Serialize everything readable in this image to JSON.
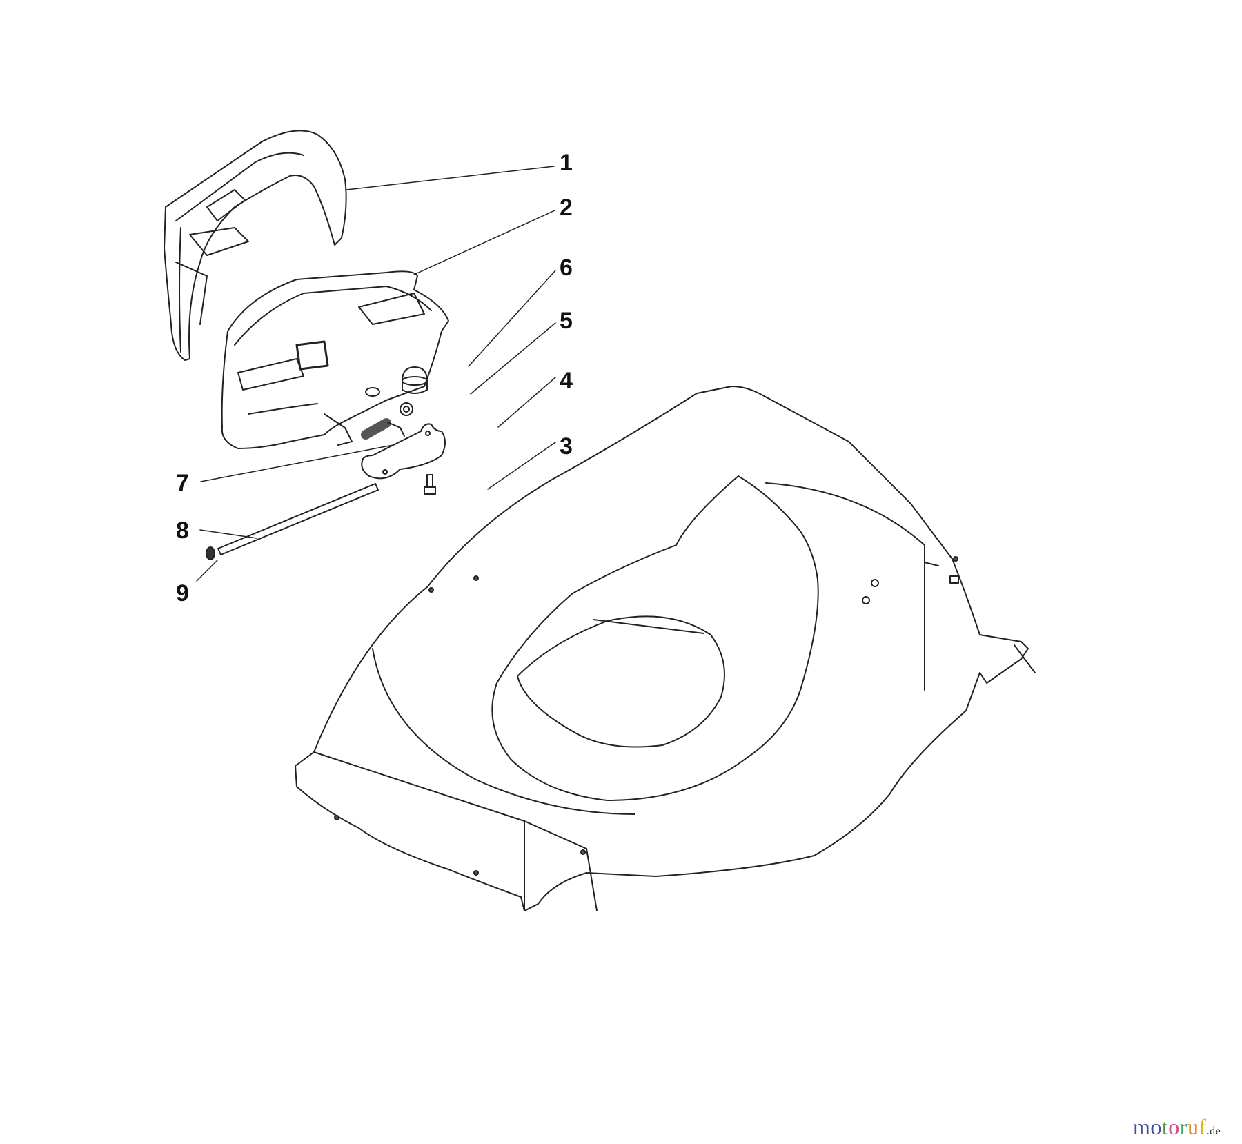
{
  "diagram": {
    "type": "exploded-parts-view",
    "subject": "lawn mower deck with rear flap / grass deflector assembly",
    "callouts": [
      {
        "id": "1",
        "label": "1",
        "part": "rear cover / deflector shell"
      },
      {
        "id": "2",
        "label": "2",
        "part": "rear flap housing"
      },
      {
        "id": "6",
        "label": "6",
        "part": "cap"
      },
      {
        "id": "5",
        "label": "5",
        "part": "nut"
      },
      {
        "id": "4",
        "label": "4",
        "part": "bracket / lever plate"
      },
      {
        "id": "3",
        "label": "3",
        "part": "screw"
      },
      {
        "id": "7",
        "label": "7",
        "part": "tension spring"
      },
      {
        "id": "8",
        "label": "8",
        "part": "hinge rod"
      },
      {
        "id": "9",
        "label": "9",
        "part": "retaining washer"
      }
    ]
  },
  "watermark": {
    "letters": [
      "m",
      "o",
      "t",
      "o",
      "r",
      "u",
      "f"
    ],
    "colors": [
      "#3b4fa0",
      "#3b4fa0",
      "#4a9a4a",
      "#d0508a",
      "#3aa06a",
      "#e08a2a",
      "#e0b030"
    ],
    "tld": ".de"
  }
}
